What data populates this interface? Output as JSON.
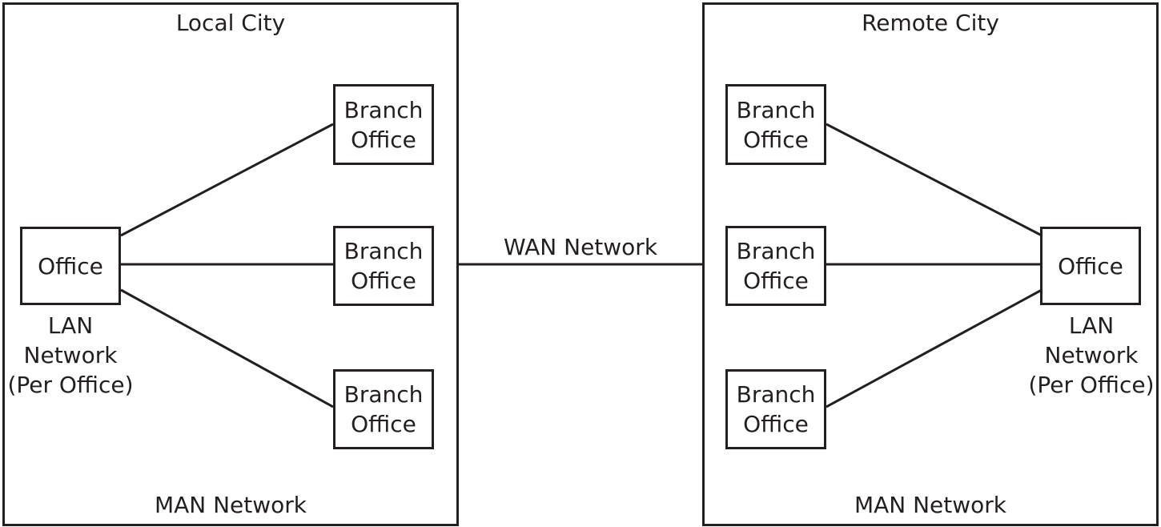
{
  "colors": {
    "stroke": "#231f20",
    "background": "#ffffff"
  },
  "local_city": {
    "title": "Local City",
    "footer": "MAN Network",
    "office": {
      "label": "Office"
    },
    "lan_caption": [
      "LAN",
      "Network",
      "(Per Office)"
    ],
    "branches": [
      {
        "line1": "Branch",
        "line2": "Office"
      },
      {
        "line1": "Branch",
        "line2": "Office"
      },
      {
        "line1": "Branch",
        "line2": "Office"
      }
    ]
  },
  "remote_city": {
    "title": "Remote City",
    "footer": "MAN Network",
    "office": {
      "label": "Office"
    },
    "lan_caption": [
      "LAN",
      "Network",
      "(Per Office)"
    ],
    "branches": [
      {
        "line1": "Branch",
        "line2": "Office"
      },
      {
        "line1": "Branch",
        "line2": "Office"
      },
      {
        "line1": "Branch",
        "line2": "Office"
      }
    ]
  },
  "wan_label": "WAN Network"
}
